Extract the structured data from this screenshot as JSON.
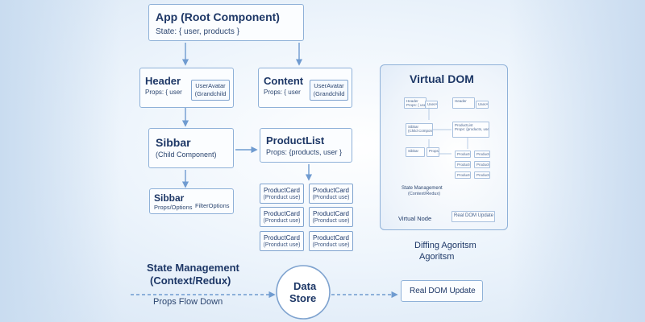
{
  "app": {
    "title": "App (Root Component)",
    "state": "State: { user, products }"
  },
  "header": {
    "title": "Header",
    "props": "Props: { user",
    "child_title": "UserAvatar",
    "child_sub": "(Grandchild"
  },
  "content": {
    "title": "Content",
    "props": "Props: { user",
    "child_title": "UserAvatar",
    "child_sub": "(Grandchild"
  },
  "sidebar": {
    "title": "Sibbar",
    "sub": "(Child Component)"
  },
  "productlist": {
    "title": "ProductList",
    "props": "Props: {products, user }"
  },
  "sidebar_child": {
    "title": "Sibbar",
    "props": "Props/Options",
    "extra": "FilterOptions"
  },
  "product_cards": [
    {
      "title": "ProductCard",
      "sub": "(Pronduct use)"
    },
    {
      "title": "ProductCard",
      "sub": "(Pronduct use)"
    },
    {
      "title": "ProductCard",
      "sub": "(Pronduct use)"
    },
    {
      "title": "ProductCard",
      "sub": "(Pronduct use)"
    },
    {
      "title": "ProductCard",
      "sub": "(Pronduct use)"
    },
    {
      "title": "ProductCard",
      "sub": "(Pronduct use)"
    }
  ],
  "vdom": {
    "title": "Virtual DOM",
    "mini": {
      "header": "Header",
      "header_props": "Props: { user }",
      "user_avatar": "UserAvatar",
      "sidebar": "Sibbar",
      "sidebar_sub": "(Child Component)",
      "productlist": "ProductList",
      "productlist_props": "Props: {products, user}",
      "sidebar_child": "Sibbar",
      "sidebar_child_props": "Props/Options",
      "product_card": "ProductCard"
    },
    "state_mgmt": "State Management",
    "state_mgmt_sub": "(Context/Redux)",
    "virtual_node": "Virtual Node",
    "real_dom_update": "Real DOM Update"
  },
  "diffing": {
    "line1": "Diffing Agoritsm",
    "line2": "Agoritsm"
  },
  "state_management": {
    "line1": "State Management",
    "line2": "(Context/Redux)"
  },
  "props_flow": "Props Flow Down",
  "data_store": {
    "line1": "Data",
    "line2": "Store"
  },
  "real_dom": "Real DOM Update",
  "colors": {
    "accent": "#8fb1d8",
    "arrow": "#6f9bd0",
    "text": "#1d3766"
  }
}
